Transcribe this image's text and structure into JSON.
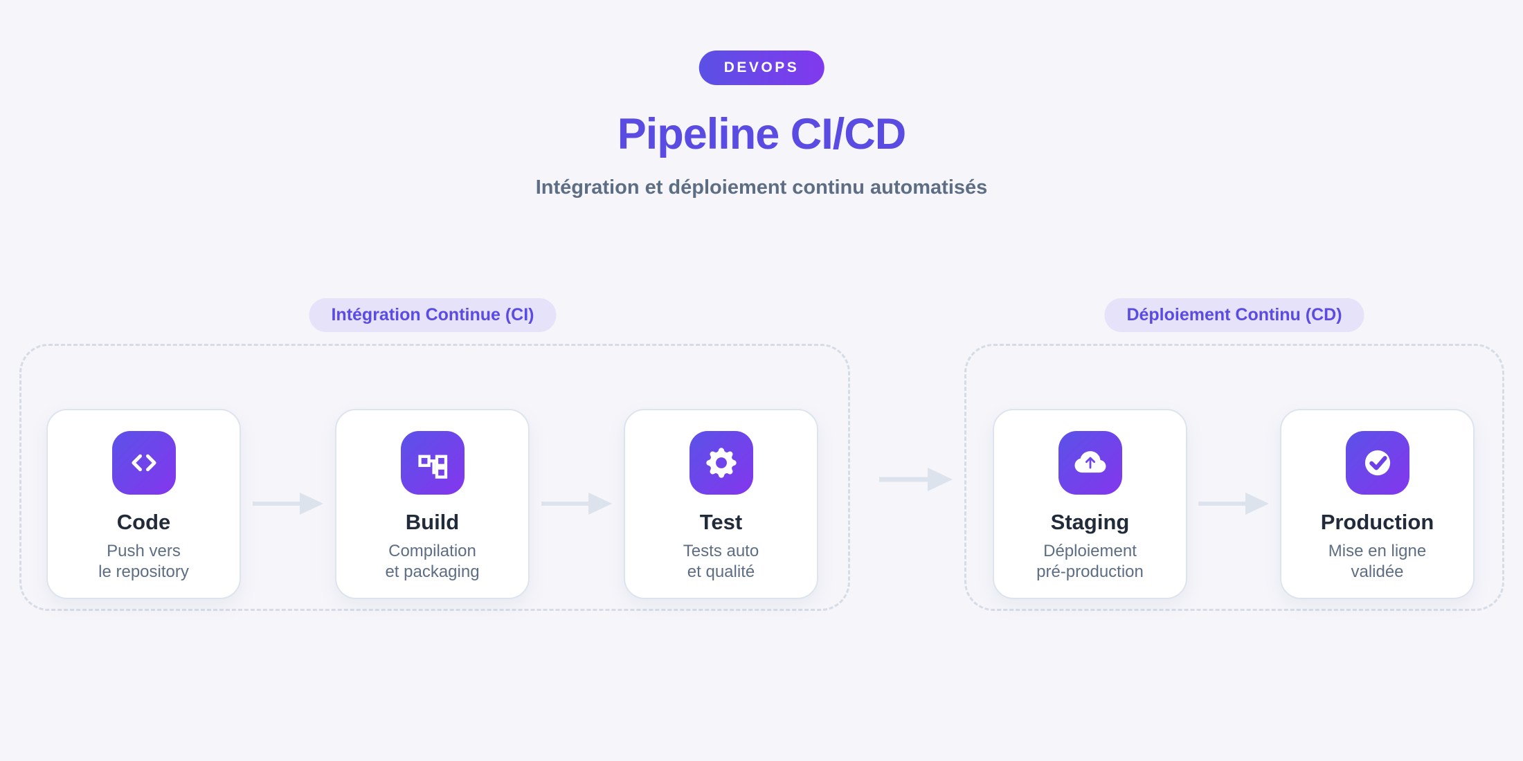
{
  "header": {
    "badge": "DEVOPS",
    "title": "Pipeline CI/CD",
    "subtitle": "Intégration et déploiement continu automatisés"
  },
  "groups": [
    {
      "id": "ci",
      "label": "Intégration Continue (CI)",
      "steps": [
        {
          "icon": "code-icon",
          "title": "Code",
          "line1": "Push vers",
          "line2": "le repository"
        },
        {
          "icon": "workflow-icon",
          "title": "Build",
          "line1": "Compilation",
          "line2": "et packaging"
        },
        {
          "icon": "gear-icon",
          "title": "Test",
          "line1": "Tests auto",
          "line2": "et qualité"
        }
      ]
    },
    {
      "id": "cd",
      "label": "Déploiement Continu (CD)",
      "steps": [
        {
          "icon": "cloud-upload-icon",
          "title": "Staging",
          "line1": "Déploiement",
          "line2": "pré-production"
        },
        {
          "icon": "check-circle-icon",
          "title": "Production",
          "line1": "Mise en ligne",
          "line2": "validée"
        }
      ]
    }
  ],
  "colors": {
    "background": "#f5f5fa",
    "accent": "#5a4be2",
    "icon_gradient_start": "#5b52e7",
    "icon_gradient_end": "#8436ee",
    "group_label_bg": "#e5e2f9",
    "card_title": "#222b3a",
    "text_muted": "#5d6e84",
    "arrow": "#dce3ec",
    "dashed_border": "#d6dce5",
    "badge_text": "#ffffff"
  }
}
